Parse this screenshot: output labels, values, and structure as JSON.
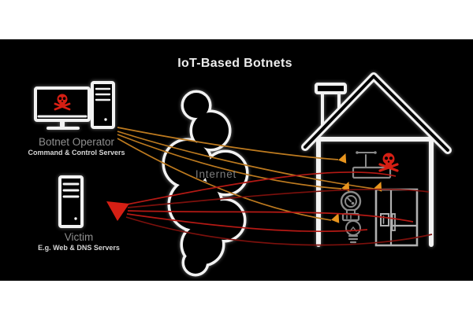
{
  "title": "IoT-Based Botnets",
  "labels": {
    "operator": "Botnet Operator",
    "operator_sub": "Command & Control Servers",
    "victim": "Victim",
    "victim_sub": "E.g. Web & DNS Servers",
    "internet": "Internet"
  },
  "colors": {
    "page_bg": "#ffffff",
    "canvas_bg": "#000000",
    "structure_white": "#f2f2f2",
    "label_gray": "#8f8f8f",
    "sublabel_white": "#d6d6d6",
    "internet_gray": "#7d7d7d",
    "command_orange": "#bd7a1f",
    "arrow_orange": "#e8951e",
    "attack_red": "#b41914",
    "attack_red_dark": "#7c100c",
    "malware_red": "#d61f14",
    "device_gray": "#8a8a8a",
    "fridge_gray": "#b0b0b0"
  },
  "icons": {
    "operator_screen": "skull-crossbones",
    "home_router_badge": "skull-crossbones",
    "victim_marker": "red-triangle-arrowhead",
    "command_arrowheads": "orange-triangle-arrowhead",
    "home_devices": [
      "wifi-router",
      "security-camera",
      "light-bulb",
      "refrigerator"
    ]
  }
}
